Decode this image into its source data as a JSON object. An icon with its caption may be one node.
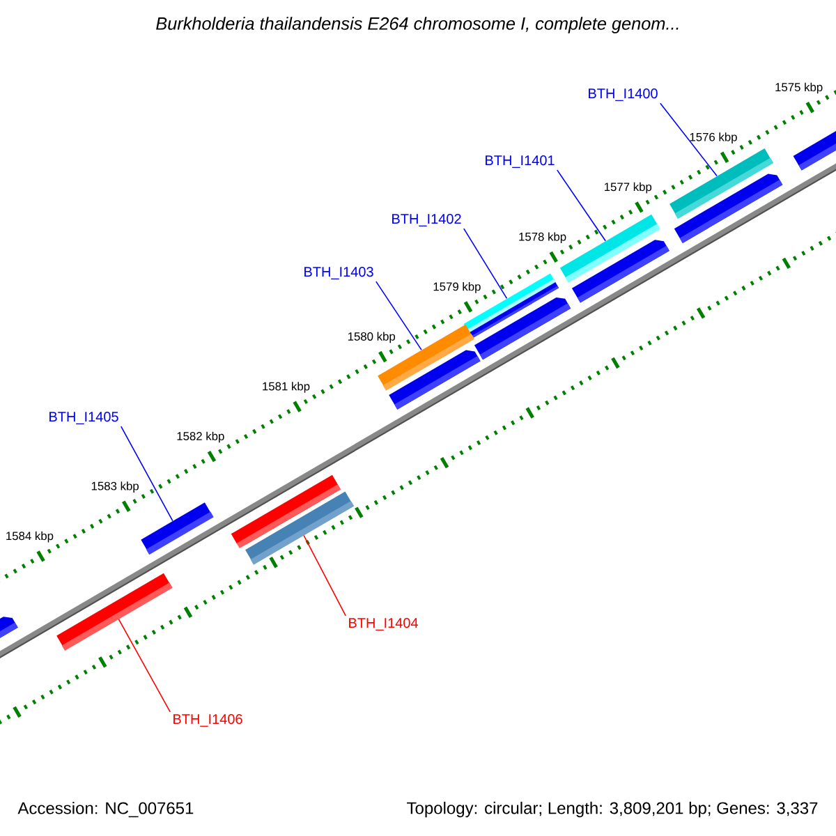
{
  "diagram": {
    "title": "Burkholderia thailandensis E264 chromosome I, complete genom...",
    "nodes": [
      {
        "text": [
          "BTH_I1400"
        ]
      },
      {
        "text": [
          "BTH_I1401"
        ]
      },
      {
        "text": [
          "BTH_I1402"
        ]
      },
      {
        "text": [
          "BTH_I1403"
        ]
      },
      {
        "text": [
          "BTH_I1405"
        ]
      },
      {
        "text": [
          "BTH_I1404"
        ]
      },
      {
        "text": [
          "BTH_I1406"
        ]
      },
      {
        "text": [],
        "shape": "bar"
      },
      {
        "text": [],
        "shape": "bar"
      },
      {
        "text": [],
        "shape": "bar"
      },
      {
        "text": [],
        "shape": "bar"
      },
      {
        "text": [],
        "shape": "bar"
      },
      {
        "text": [],
        "shape": "bar"
      },
      {
        "text": [],
        "shape": "bar"
      }
    ],
    "edges": [
      {
        "from": 0,
        "to": 7,
        "arrow": "none"
      },
      {
        "from": 1,
        "to": 8,
        "arrow": "none"
      },
      {
        "from": 2,
        "to": 9,
        "arrow": "none"
      },
      {
        "from": 3,
        "to": 10,
        "arrow": "none"
      },
      {
        "from": 4,
        "to": 11,
        "arrow": "none"
      },
      {
        "from": 5,
        "to": 12,
        "arrow": "none",
        "color": "#ff0000"
      },
      {
        "from": 6,
        "to": 13,
        "arrow": "none",
        "color": "#ff0000"
      }
    ],
    "labels": [
      "1575 kbp",
      "1576 kbp",
      "1577 kbp",
      "1578 kbp",
      "1579 kbp",
      "1580 kbp",
      "1581 kbp",
      "1582 kbp",
      "1583 kbp",
      "1584 kbp",
      "Accession: NC_007651",
      "Topology: circular; Length: 3,809,201 bp; Genes: 3,337"
    ]
  }
}
